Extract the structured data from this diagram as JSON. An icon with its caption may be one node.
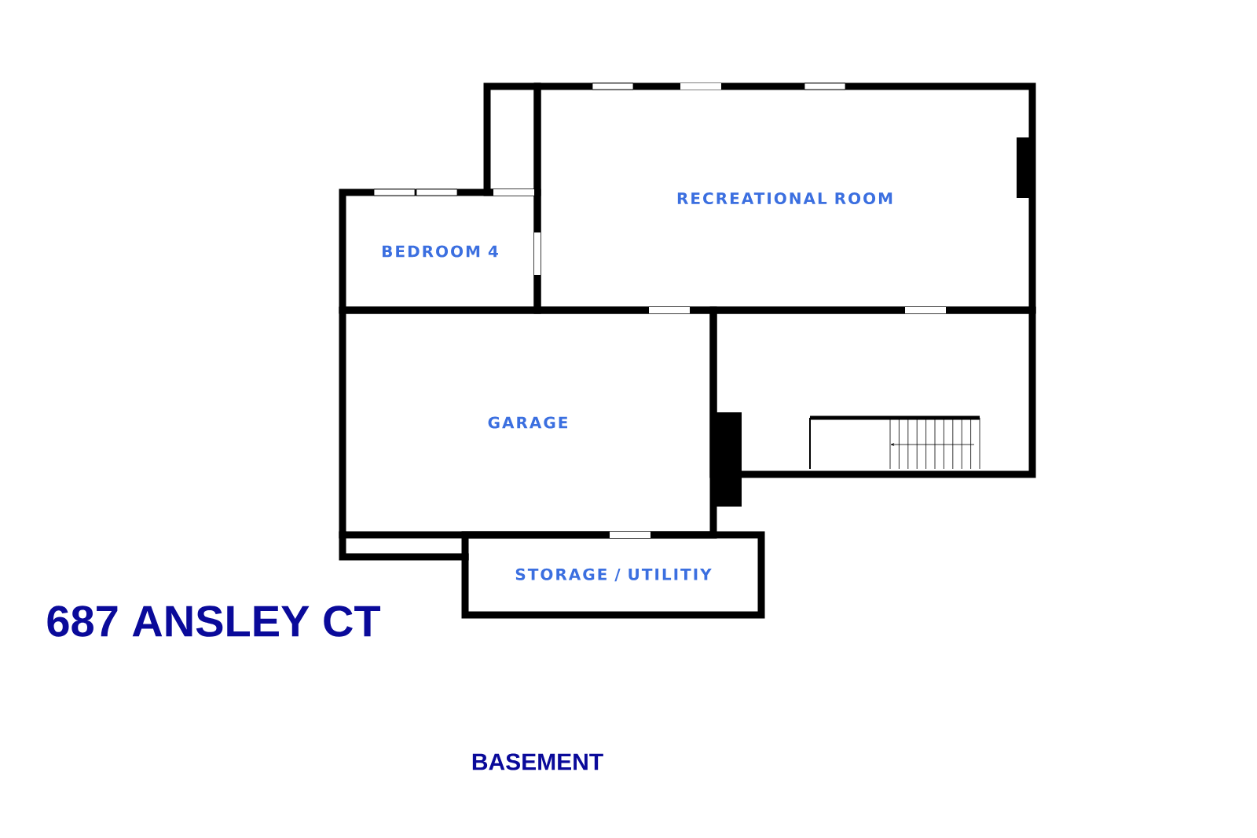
{
  "diagram": {
    "title": "687 ANSLEY CT",
    "caption": "BASEMENT",
    "nodes": [
      {
        "text": [],
        "shape": "box"
      },
      {
        "text": [
          "RECREATIONAL ROOM"
        ]
      },
      {
        "text": [
          "BEDROOM 4"
        ]
      },
      {
        "text": [
          "GARAGE"
        ]
      },
      {
        "text": [],
        "shape": "box"
      },
      {
        "text": [
          "STORAGE / UTILITIY"
        ]
      }
    ]
  }
}
